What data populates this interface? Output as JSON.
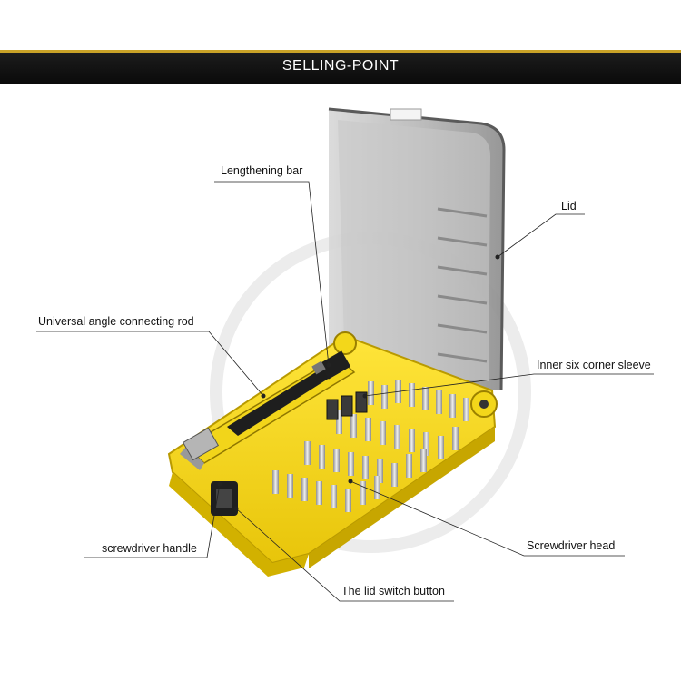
{
  "header": {
    "title": "SELLING-POINT"
  },
  "callouts": {
    "lengthening_bar": "Lengthening bar",
    "lid": "Lid",
    "universal_rod": "Universal angle connecting rod",
    "inner_sleeve": "Inner six corner sleeve",
    "handle": "screwdriver handle",
    "head": "Screwdriver head",
    "switch_button": "The lid switch button"
  },
  "colors": {
    "accent": "#c9a227",
    "case_yellow": "#f2d51a",
    "lid_smoke": "#6f6f6f",
    "handle_black": "#1e1e1e"
  }
}
